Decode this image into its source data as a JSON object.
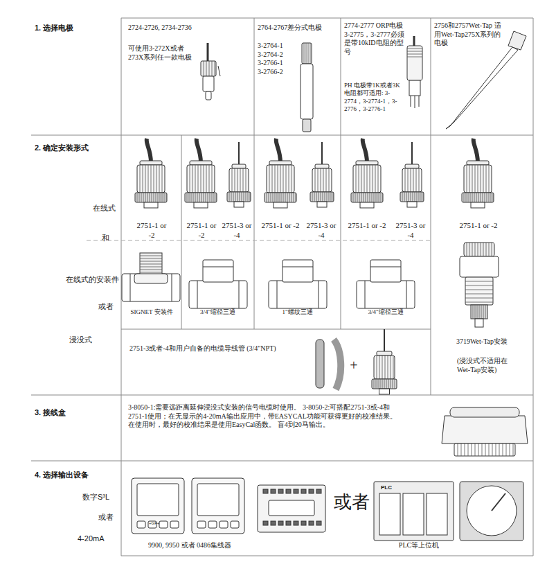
{
  "diagram": {
    "nodes": [
      {
        "text": [
          "2724-2726, 2734-2736",
          "可使用3-272X或者273X系列任一款电极"
        ]
      },
      {
        "text": [
          "2764-2767差分式电极",
          "3-2764-1 3-2764-2 3-2766-1 3-2766-2"
        ]
      },
      {
        "text": [
          "2774-2777 ORP电极3-2775，3-2777必须是带10kID电阻的型号",
          "PH 电极带1K或者3K电阻都可适用: 3-2774，3-2774-1，3-2776，3-2776-1"
        ]
      },
      {
        "text": [
          "2756和2757Wet-Tap 适用Wet-Tap275X系列的电极"
        ]
      },
      {
        "text": [
          "2751-1 or -2",
          "SIGNET 安装件"
        ]
      },
      {
        "text": [
          "2751-1 or -2",
          "2751-3 or -4",
          "3/4\"缩径三通"
        ]
      },
      {
        "text": [
          "2751-1 or -2",
          "2751-3 or -4",
          "1\"螺纹三通"
        ]
      },
      {
        "text": [
          "2751-1 or -2",
          "2751-3 or -4",
          "3/4\"缩径三通"
        ]
      },
      {
        "text": [
          "2751-1 or -2",
          "3719Wet-Tap安装",
          "(浸没式不适用在Wet-Tap安装)"
        ]
      },
      {
        "text": [
          "2751-3或者-4和用户自备的电缆导线管 (3/4\"NPT)",
          "+"
        ]
      },
      {
        "text": [
          "3-8050-1:需要远距离延伸浸没式安装的信号电缆时使用。 3-8050-2:可搭配2751-3或-4和2751-1使用；在无显示的4-20mA输出应用中，带EASYCAL功能可获得更好的校准结果。 在使用时，最好的校准结果是使用EasyCal函数。 盲4到20马输出。"
        ]
      },
      {
        "text": [
          "9900, 9950 或者 0486集线器",
          "或者",
          "PLC等上位机"
        ]
      }
    ],
    "labels": [
      "1. 选择电极",
      "2. 确定安装形式",
      "在线式",
      "和",
      "在线式的安装件",
      "或者",
      "浸没式",
      "3. 接线盒",
      "4. 选择输出设备",
      "数字S³L",
      "或者",
      "4-20mA",
      "+GF+",
      "PLC"
    ]
  }
}
